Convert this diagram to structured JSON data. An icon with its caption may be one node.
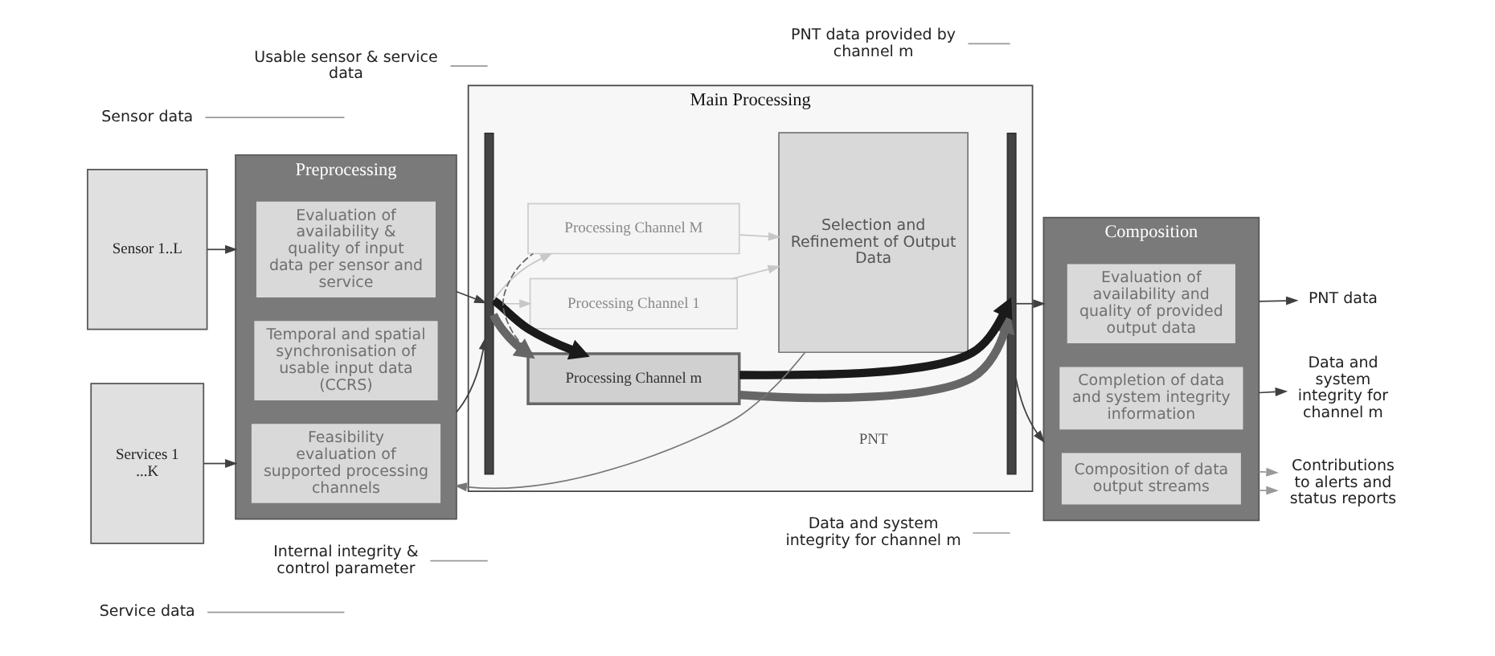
{
  "diagram": {
    "nodes": [
      {
        "text": [
          "Sensor 1..L"
        ]
      },
      {
        "text": [
          "Services 1 ...K"
        ]
      },
      {
        "text": [
          "Preprocessing"
        ]
      },
      {
        "text": [
          "Evaluation of availability & quality of input data per sensor and service"
        ],
        "in": 2
      },
      {
        "text": [
          "Temporal and spatial synchronisation of usable input data (CCRS)"
        ],
        "in": 2
      },
      {
        "text": [
          "Feasibility evaluation of supported processing channels"
        ],
        "in": 2
      },
      {
        "text": [
          "Main Processing"
        ]
      },
      {
        "text": [],
        "shape": "bar",
        "in": 6
      },
      {
        "text": [
          "Processing Channel 1"
        ],
        "in": 6
      },
      {
        "text": [
          "Processing Channel m"
        ],
        "in": 6
      },
      {
        "text": [
          "Processing Channel M"
        ],
        "in": 6
      },
      {
        "text": [
          "Selection and Refinement of Output Data"
        ],
        "in": 6
      },
      {
        "text": [],
        "shape": "bar",
        "in": 6
      },
      {
        "text": [
          "Composition"
        ]
      },
      {
        "text": [
          "Evaluation of availability and quality of provided output data"
        ],
        "in": 13
      },
      {
        "text": [
          "Completion of data and system integrity information"
        ],
        "in": 13
      },
      {
        "text": [
          "Composition of data output streams"
        ],
        "in": 13
      },
      {
        "text": [
          "PNT data"
        ]
      },
      {
        "text": [
          "Data and system integrity for channel m"
        ]
      },
      {
        "text": [
          "Contributions to alerts and status reports"
        ]
      },
      {
        "text": [
          "Sensor data"
        ]
      },
      {
        "text": [
          "Usable sensor & service data"
        ]
      },
      {
        "text": [
          "PNT data provided by channel m"
        ]
      },
      {
        "text": [
          "Service data"
        ]
      },
      {
        "text": [
          "Internal integrity & control parameter"
        ]
      },
      {
        "text": [
          "Data and system integrity for channel m"
        ]
      }
    ],
    "edges": [
      {
        "from": 0,
        "to": 2,
        "arrow": "to"
      },
      {
        "from": 1,
        "to": 2,
        "arrow": "to"
      },
      {
        "from": 2,
        "to": 7,
        "arrow": "to"
      },
      {
        "from": 2,
        "to": 7,
        "arrow": "to"
      },
      {
        "from": 7,
        "to": 8,
        "arrow": "to",
        "color": "#c8c8c8"
      },
      {
        "from": 7,
        "to": 9,
        "arrow": "to",
        "style": "thick",
        "color": "#666666"
      },
      {
        "from": 7,
        "to": 9,
        "arrow": "to",
        "style": "thick",
        "color": "#1a1a1a"
      },
      {
        "from": 7,
        "to": 10,
        "arrow": "to",
        "color": "#c8c8c8"
      },
      {
        "from": 8,
        "to": 11,
        "arrow": "to",
        "color": "#c8c8c8"
      },
      {
        "from": 10,
        "to": 11,
        "arrow": "to",
        "color": "#c8c8c8"
      },
      {
        "from": 9,
        "to": 12,
        "arrow": "to",
        "style": "thick",
        "color": "#666666"
      },
      {
        "from": 9,
        "to": 12,
        "arrow": "to",
        "style": "thick",
        "color": "#1a1a1a"
      },
      {
        "from": 9,
        "to": 10,
        "arrow": "none",
        "style": "dashed",
        "color": "#666666"
      },
      {
        "from": 11,
        "to": 2,
        "arrow": "to",
        "color": "#777777"
      },
      {
        "from": 12,
        "to": 13,
        "arrow": "to"
      },
      {
        "from": 12,
        "to": 13,
        "arrow": "to"
      },
      {
        "from": 13,
        "to": 17,
        "arrow": "to"
      },
      {
        "from": 13,
        "to": 18,
        "arrow": "to"
      },
      {
        "from": 13,
        "to": 19,
        "arrow": "to",
        "color": "#999999"
      },
      {
        "from": 13,
        "to": 19,
        "arrow": "to",
        "style": "dashed",
        "color": "#999999"
      },
      {
        "from": 20,
        "to": null,
        "arrow": "none",
        "color": "#999999"
      },
      {
        "from": 21,
        "to": null,
        "arrow": "none",
        "color": "#999999"
      },
      {
        "from": 22,
        "to": null,
        "arrow": "none",
        "color": "#999999"
      },
      {
        "from": 23,
        "to": null,
        "arrow": "none",
        "color": "#999999"
      },
      {
        "from": 24,
        "to": null,
        "arrow": "none",
        "color": "#999999"
      },
      {
        "from": 25,
        "to": null,
        "arrow": "none",
        "color": "#999999"
      }
    ],
    "labels": [
      "PNT"
    ]
  }
}
